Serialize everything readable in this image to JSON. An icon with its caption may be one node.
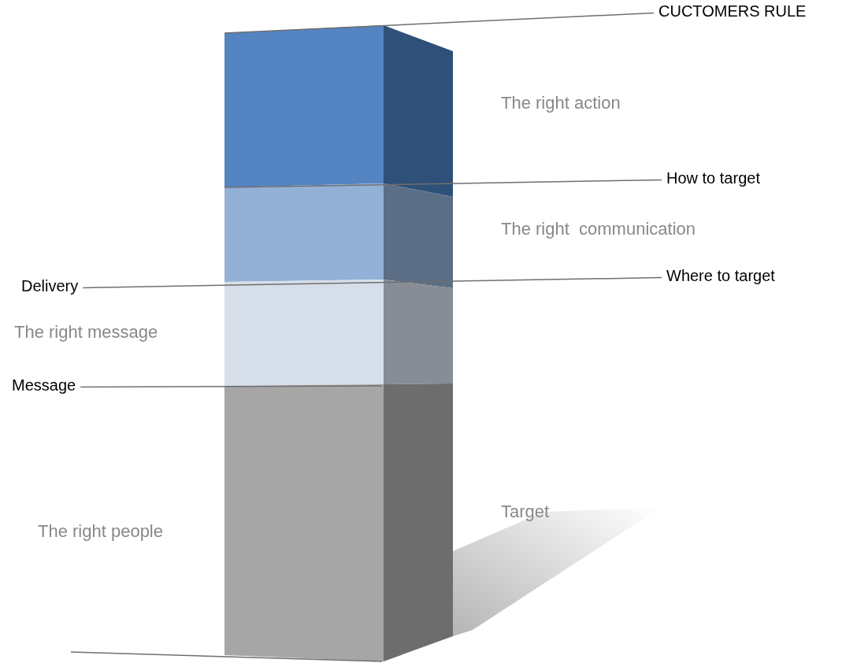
{
  "diagram": {
    "nodes": [
      {
        "text": [
          "CUCTOMERS RULE"
        ]
      },
      {
        "text": [
          "How to target"
        ]
      },
      {
        "text": [
          "Where to target"
        ]
      },
      {
        "text": [
          "Delivery"
        ]
      },
      {
        "text": [
          "Message"
        ]
      },
      {
        "text": [],
        "shape": "box"
      },
      {
        "text": [],
        "shape": "box"
      },
      {
        "text": [],
        "shape": "box"
      },
      {
        "text": [],
        "shape": "box"
      }
    ],
    "edges": [
      {
        "from": 0,
        "to": 5,
        "arrow": "none"
      },
      {
        "from": 1,
        "to": 5,
        "arrow": "none"
      },
      {
        "from": 3,
        "to": 2,
        "arrow": "none"
      },
      {
        "from": 4,
        "to": 8,
        "arrow": "none"
      },
      {
        "from": null,
        "to": 8,
        "arrow": "none"
      }
    ],
    "labels": [
      "The right action",
      "The right  communication",
      "The right message",
      "Target",
      "The right people"
    ]
  }
}
